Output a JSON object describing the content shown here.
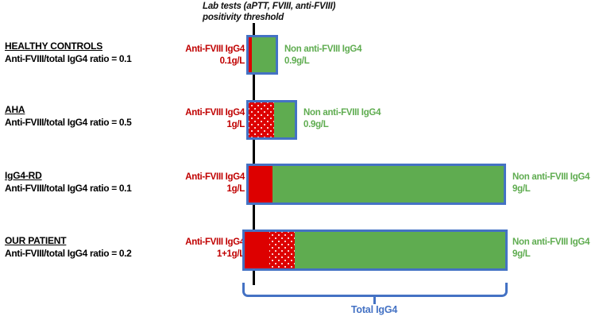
{
  "figure": {
    "threshold_note_line1": "Lab tests (aPTT, FVIII, anti-FVIII)",
    "threshold_note_line2": "positivity threshold",
    "total_label": "Total IgG4",
    "colors": {
      "red": "#DD0000",
      "red_text": "#C00000",
      "green": "#5FAC50",
      "blue": "#4472C4",
      "black": "#000000"
    }
  },
  "rows": [
    {
      "title": "HEALTHY CONTROLS",
      "ratio": "Anti-FVIII/total IgG4 ratio = 0.1",
      "red_label_line1": "Anti-FVIII IgG4",
      "red_label_line2": "0.1g/L",
      "green_label_line1": "Non anti-FVIII IgG4",
      "green_label_line2": "0.9g/L",
      "anti_fviii_value": 0.1,
      "non_anti_fviii_value": 0.9,
      "total_igg4_value": 1.0,
      "has_dotted_segment": false
    },
    {
      "title": "AHA",
      "ratio": "Anti-FVIII/total IgG4 ratio = 0.5",
      "red_label_line1": "Anti-FVIII IgG4",
      "red_label_line2": "1g/L",
      "green_label_line1": "Non anti-FVIII IgG4",
      "green_label_line2": "0.9g/L",
      "anti_fviii_value": 1.0,
      "non_anti_fviii_value": 0.9,
      "total_igg4_value": 1.9,
      "has_dotted_segment": true
    },
    {
      "title": "IgG4-RD",
      "ratio": "Anti-FVIII/total IgG4 ratio = 0.1",
      "red_label_line1": "Anti-FVIII IgG4",
      "red_label_line2": "1g/L",
      "green_label_line1": "Non anti-FVIII IgG4",
      "green_label_line2": "9g/L",
      "anti_fviii_value": 1.0,
      "non_anti_fviii_value": 9.0,
      "total_igg4_value": 10.0,
      "has_dotted_segment": false
    },
    {
      "title": "OUR PATIENT",
      "ratio": "Anti-FVIII/total IgG4 ratio = 0.2",
      "red_label_line1": "Anti-FVIII IgG4",
      "red_label_line2": "1+1g/L",
      "green_label_line1": "Non anti-FVIII IgG4",
      "green_label_line2": "9g/L",
      "anti_fviii_value": 2.0,
      "non_anti_fviii_value": 9.0,
      "total_igg4_value": 11.0,
      "has_dotted_segment": true
    }
  ],
  "chart_data": {
    "type": "bar",
    "title": "Anti-FVIII IgG4 versus non anti-FVIII IgG4 composition of total IgG4",
    "categories": [
      "HEALTHY CONTROLS",
      "AHA",
      "IgG4-RD",
      "OUR PATIENT"
    ],
    "series": [
      {
        "name": "Anti-FVIII IgG4 (g/L)",
        "values": [
          0.1,
          1,
          1,
          2
        ]
      },
      {
        "name": "Non anti-FVIII IgG4 (g/L)",
        "values": [
          0.9,
          0.9,
          9,
          9
        ]
      }
    ],
    "ratios": [
      0.1,
      0.5,
      0.1,
      0.2
    ],
    "xlabel": "Total IgG4",
    "ylabel": "",
    "annotations": [
      "Lab tests (aPTT, FVIII, anti-FVIII) positivity threshold"
    ],
    "legend": "none",
    "grid": false
  }
}
